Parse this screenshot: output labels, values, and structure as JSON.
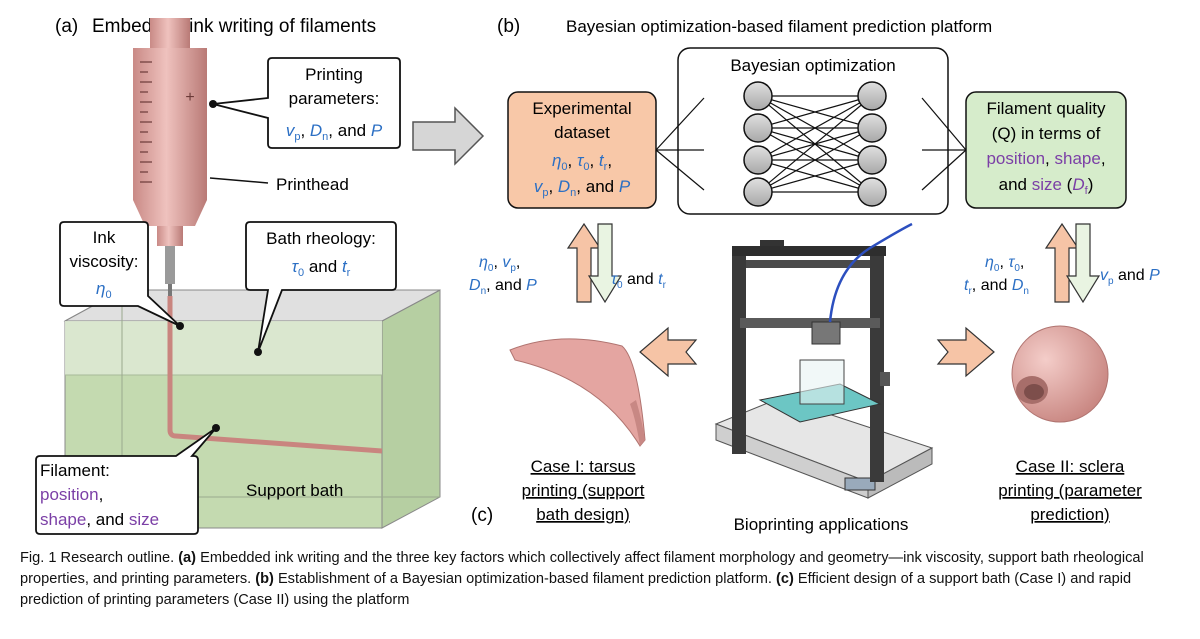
{
  "panel_a": {
    "label": "(a)",
    "title": "Embedded ink writing of filaments",
    "printing_params": {
      "line1": "Printing",
      "line2": "parameters:",
      "line3": ", and "
    },
    "printhead": "Printhead",
    "ink": {
      "line1": "Ink",
      "line2": "viscosity:"
    },
    "bath_rheology": {
      "line1": "Bath rheology:",
      "and": " and "
    },
    "filament": {
      "line1": "Filament:",
      "position": "position",
      "comma": ",",
      "shape": "shape",
      "and_size": ", and ",
      "size": "size"
    },
    "support_bath": "Support bath"
  },
  "panel_b": {
    "label": "(b)",
    "title": "Bayesian optimization-based filament prediction platform",
    "bo": "Bayesian optimization",
    "dataset": {
      "line1": "Experimental",
      "line2": "dataset",
      "and": ", and "
    },
    "quality": {
      "line1": "Filament quality",
      "line2": "(Q) in terms of",
      "position": "position",
      "comma": ", ",
      "shape": "shape",
      "comma2": ",",
      "and": "and ",
      "size": "size",
      "open": " (",
      "close": ")"
    },
    "left_in": ", and ",
    "left_out": " and ",
    "right_in": ", and ",
    "right_out": " and "
  },
  "panel_c": {
    "label": "(c)",
    "case1": {
      "line1": "Case I: tarsus",
      "line2": "printing (support",
      "line3": "bath design)"
    },
    "case2": {
      "line1": "Case II: sclera",
      "line2": "printing (parameter",
      "line3": "prediction)"
    },
    "bioprinting": "Bioprinting applications"
  },
  "caption": {
    "p1": "Fig. 1 Research outline. ",
    "b1": "(a)",
    "p2": " Embedded ink writing and the three key factors which collectively affect filament morphology and geometry—ink viscosity, support bath rheological properties, and printing parameters. ",
    "b2": "(b)",
    "p3": " Establishment of a Bayesian optimization-based filament prediction platform. ",
    "b3": "(c)",
    "p4": " Efficient design of a support bath (Case I) and rapid prediction of printing parameters (Case II) using the platform"
  },
  "symbols": {
    "eta": "η",
    "tau": "τ",
    "t": "t",
    "v": "v",
    "D": "D",
    "P": "P",
    "Q": "Q",
    "sub0": "0",
    "subr": "r",
    "subp": "p",
    "subn": "n",
    "subf": "f",
    "comma": ", ",
    "gauge": "+"
  },
  "colors": {
    "blue": "#2b6fc4",
    "purple": "#7b3fa6",
    "peach": "#f8c8a8",
    "green": "#d6eccb",
    "pink": "#e8a8a4",
    "bath": "#c8dcb4",
    "arrow_peach": "#f6c4a6"
  }
}
